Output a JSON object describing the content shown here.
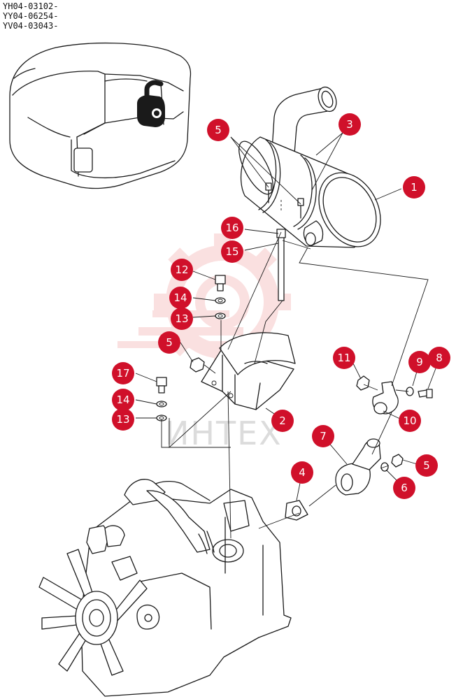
{
  "header": {
    "codes": [
      "YH04-03102-",
      "YY04-06254-",
      "YV04-03043-"
    ]
  },
  "watermark": {
    "text": "ИНТЕХ",
    "color": "#f2a8a8"
  },
  "callout_color": "#d0102a",
  "callouts": [
    {
      "id": "c1",
      "label": "1"
    },
    {
      "id": "c2",
      "label": "2"
    },
    {
      "id": "c3",
      "label": "3"
    },
    {
      "id": "c4",
      "label": "4"
    },
    {
      "id": "c5a",
      "label": "5"
    },
    {
      "id": "c5b",
      "label": "5"
    },
    {
      "id": "c5c",
      "label": "5"
    },
    {
      "id": "c6",
      "label": "6"
    },
    {
      "id": "c7",
      "label": "7"
    },
    {
      "id": "c8",
      "label": "8"
    },
    {
      "id": "c9",
      "label": "9"
    },
    {
      "id": "c10",
      "label": "10"
    },
    {
      "id": "c11",
      "label": "11"
    },
    {
      "id": "c12",
      "label": "12"
    },
    {
      "id": "c13a",
      "label": "13"
    },
    {
      "id": "c13b",
      "label": "13"
    },
    {
      "id": "c14a",
      "label": "14"
    },
    {
      "id": "c14b",
      "label": "14"
    },
    {
      "id": "c15",
      "label": "15"
    },
    {
      "id": "c16",
      "label": "16"
    },
    {
      "id": "c17",
      "label": "17"
    }
  ]
}
